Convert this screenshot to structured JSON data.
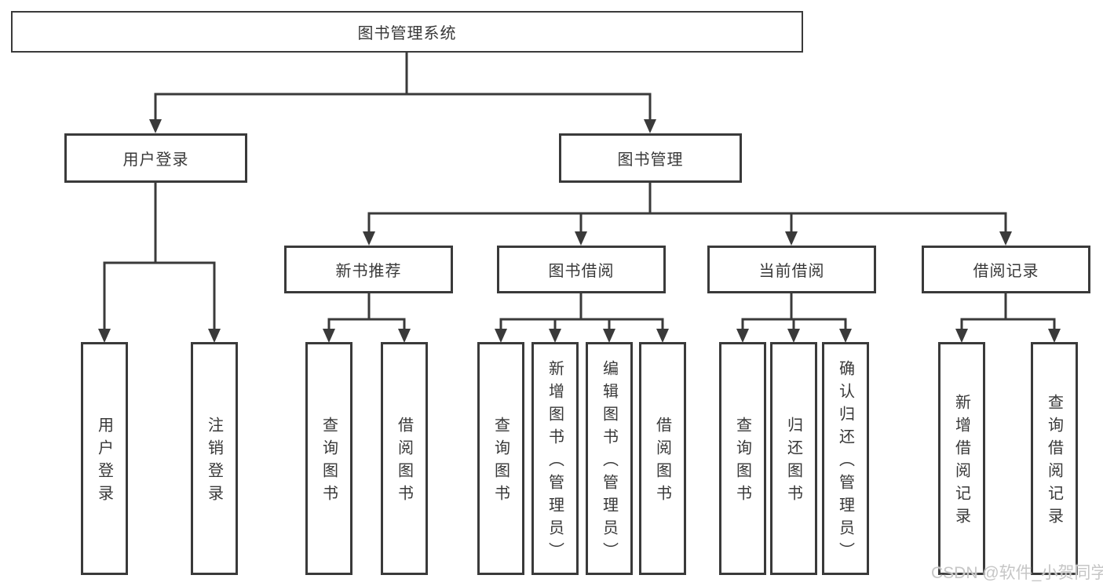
{
  "diagram": {
    "root": {
      "label": "图书管理系统"
    },
    "level2": [
      {
        "label": "用户登录"
      },
      {
        "label": "图书管理"
      }
    ],
    "level3": [
      {
        "label": "新书推荐"
      },
      {
        "label": "图书借阅"
      },
      {
        "label": "当前借阅"
      },
      {
        "label": "借阅记录"
      }
    ],
    "leaves": {
      "login": [
        {
          "label": "用户登录"
        },
        {
          "label": "注销登录"
        }
      ],
      "recommend": [
        {
          "label": "查询图书"
        },
        {
          "label": "借阅图书"
        }
      ],
      "borrow": [
        {
          "label": "查询图书"
        },
        {
          "label": "新增图书（管理员）"
        },
        {
          "label": "编辑图书（管理员）"
        },
        {
          "label": "借阅图书"
        }
      ],
      "current": [
        {
          "label": "查询图书"
        },
        {
          "label": "归还图书"
        },
        {
          "label": "确认归还（管理员）"
        }
      ],
      "records": [
        {
          "label": "新增借阅记录"
        },
        {
          "label": "查询借阅记录"
        }
      ]
    },
    "watermark": "CSDN @软件_小贺同学",
    "colors": {
      "line": "#3a3a3a",
      "text": "#383838",
      "watermark": "#c6c6c6",
      "background": "#ffffff"
    }
  }
}
